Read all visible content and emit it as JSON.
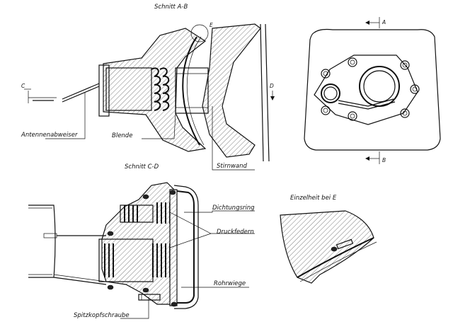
{
  "labels": {
    "section_ab": "Schnitt A-B",
    "section_cd": "Schnitt C-D",
    "detail_title": "Einzelheit bei E",
    "marker_e": "E",
    "marker_a": "A",
    "marker_b": "B",
    "marker_c": "C",
    "marker_d": "D",
    "antennenabweiser": "Antennenabweiser",
    "blende": "Blende",
    "stirnwand": "Stirnwand",
    "dichtungsring": "Dichtungsring",
    "druckfedern": "Druckfedern",
    "rohrwiege": "Rohrwiege",
    "spitzkopfschraube": "Spitzkopfschraube"
  }
}
